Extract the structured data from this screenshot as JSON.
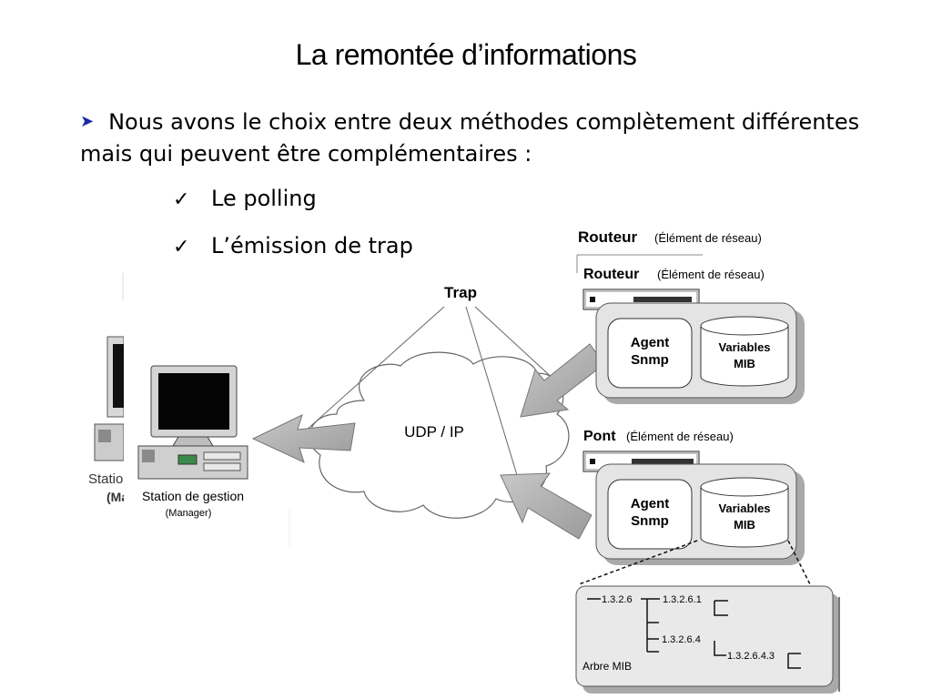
{
  "slide": {
    "title": "La remontée d’informations",
    "intro": "Nous avons le choix entre deux méthodes complètement différentes mais qui peuvent être complémentaires :",
    "items": [
      "Le polling",
      "L’émission de trap"
    ]
  },
  "diagram": {
    "trap_label": "Trap",
    "cloud_label": "UDP / IP",
    "station_label": "Station de gestion",
    "station_sub": "(Manager)",
    "behind_station_label": "Statio",
    "behind_station_sub": "(Ma",
    "top_router_bold": "Routeur",
    "top_router_rest": "(Élément de réseau)",
    "router_bold": "Routeur",
    "router_rest": "(Élément de réseau)",
    "bridge_bold": "Pont",
    "bridge_rest": "(Élément de réseau)",
    "agent_line1": "Agent",
    "agent_line2": "Snmp",
    "mib_line1": "Variables",
    "mib_line2": "MIB",
    "tree_title": "Arbre MIB",
    "tree_nodes": [
      "1.3.2.6",
      "1.3.2.6.1",
      "1.3.2.6.4",
      "1.3.2.6.4.3"
    ]
  }
}
